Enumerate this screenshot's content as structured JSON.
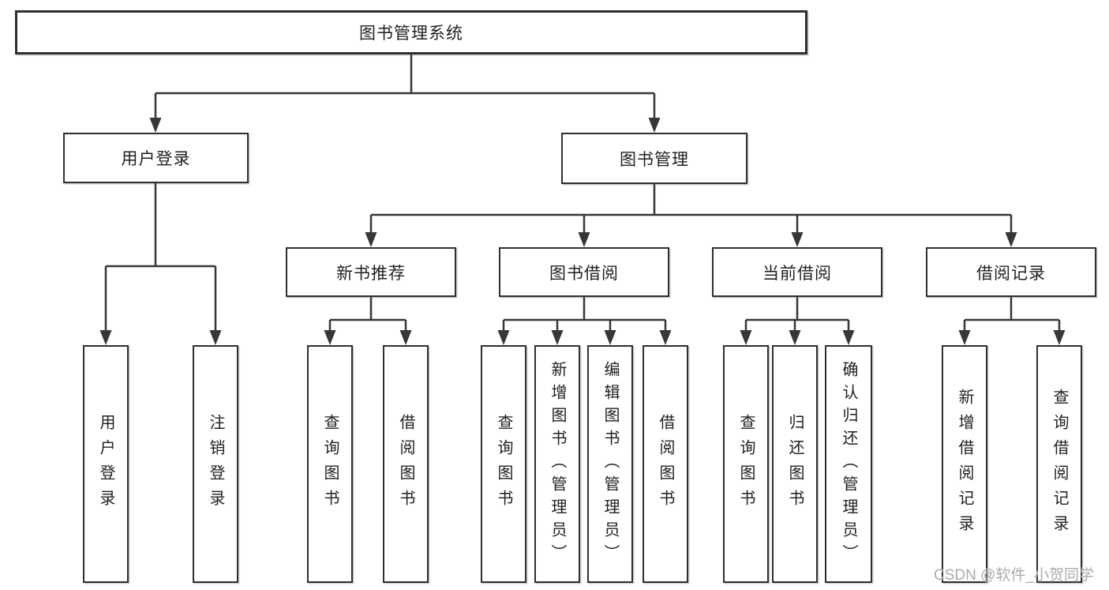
{
  "tree": {
    "label": "图书管理系统",
    "children": [
      {
        "label": "用户登录",
        "children": [
          {
            "label": "用户登录"
          },
          {
            "label": "注销登录"
          }
        ]
      },
      {
        "label": "图书管理",
        "children": [
          {
            "label": "新书推荐",
            "children": [
              {
                "label": "查询图书"
              },
              {
                "label": "借阅图书"
              }
            ]
          },
          {
            "label": "图书借阅",
            "children": [
              {
                "label": "查询图书"
              },
              {
                "label": "新增图书（管理员）"
              },
              {
                "label": "编辑图书（管理员）"
              },
              {
                "label": "借阅图书"
              }
            ]
          },
          {
            "label": "当前借阅",
            "children": [
              {
                "label": "查询图书"
              },
              {
                "label": "归还图书"
              },
              {
                "label": "确认归还（管理员）"
              }
            ]
          },
          {
            "label": "借阅记录",
            "children": [
              {
                "label": "新增借阅记录"
              },
              {
                "label": "查询借阅记录"
              }
            ]
          }
        ]
      }
    ]
  },
  "watermark": "CSDN @软件_小贺同学",
  "colors": {
    "line": "#373737",
    "box_border": "#2f2f2f",
    "text": "#1f1f1f",
    "watermark": "#ababab",
    "background": "#ffffff"
  }
}
